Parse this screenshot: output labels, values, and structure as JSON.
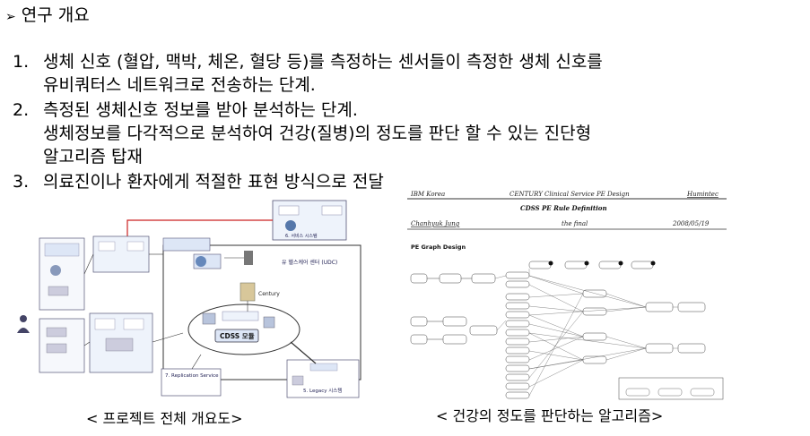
{
  "heading": {
    "bullet": "➢",
    "text": "연구 개요"
  },
  "items": [
    {
      "num": "1.",
      "lines": [
        "생체 신호 (혈압, 맥박, 체온, 혈당 등)를 측정하는 센서들이 측정한 생체 신호를",
        "유비쿼터스 네트워크로 전송하는 단계."
      ]
    },
    {
      "num": "2.",
      "lines": [
        "측정된 생체신호 정보를 받아 분석하는 단계.",
        "생체정보를 다각적으로 분석하여  건강(질병)의 정도를 판단 할 수 있는 진단형",
        "알고리즘 탑재"
      ]
    },
    {
      "num": "3.",
      "lines": [
        "의료진이나 환자에게 적절한 표현 방식으로 전달"
      ]
    }
  ],
  "figure_left": {
    "caption": "< 프로젝트 전체 개요도>",
    "labels": {
      "udc": "유 헬스케어 센터 (UDC)",
      "century": "Century",
      "cdss": "CDSS 모듈",
      "replication": "7. Replication Service",
      "legacy": "5. Legacy 시스템",
      "service": "6. 서비스 시스템"
    }
  },
  "figure_right": {
    "caption": "< 건강의 정도를 판단하는 알고리즘>",
    "header": {
      "left": "IBM Korea",
      "center": "CENTURY Clinical Service PE Design",
      "right": "Humintec",
      "title": "CDSS PE Rule Definition",
      "author": "Chanhyuk Jung",
      "status": "the final",
      "date": "2008/05/19"
    },
    "section": "PE Graph Design"
  }
}
